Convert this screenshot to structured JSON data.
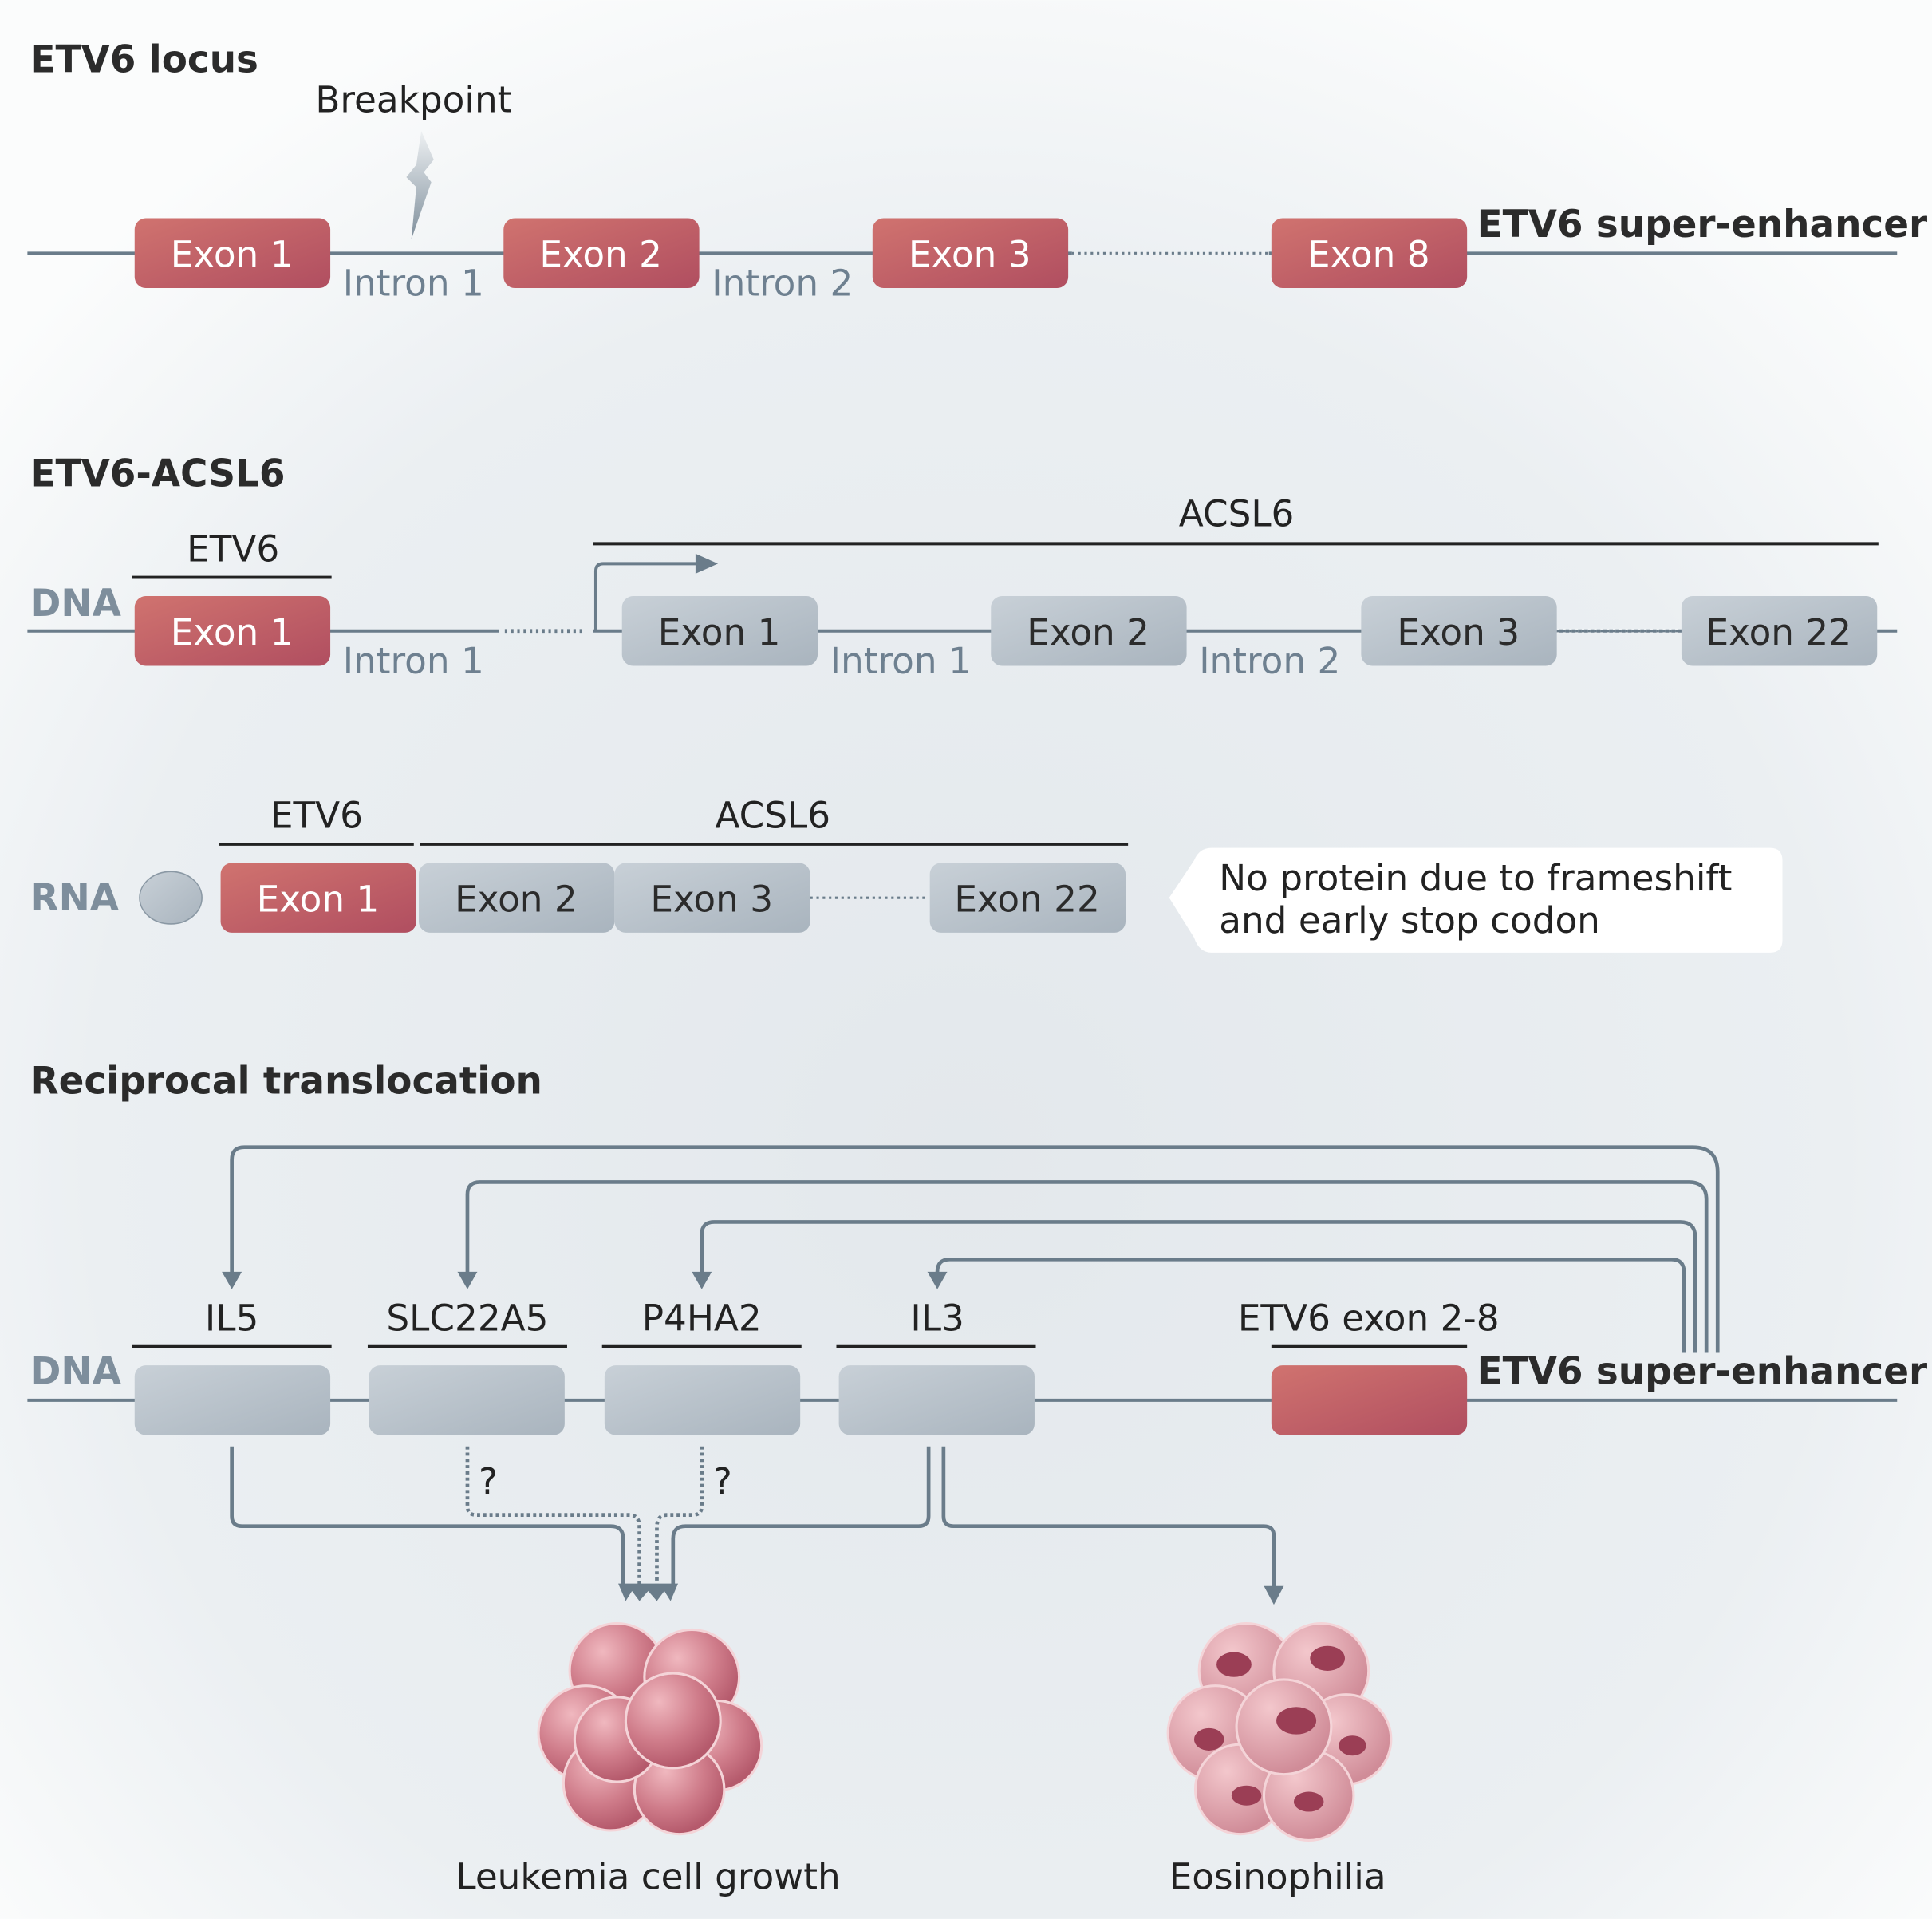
{
  "colors": {
    "exon_red": "#c05a65",
    "exon_grey": "#b6c0c9",
    "line": "#6a7c8a",
    "background": "#e8ecef"
  },
  "locus": {
    "title": "ETV6 locus",
    "breakpoint": "Breakpoint",
    "exons": [
      "Exon 1",
      "Exon 2",
      "Exon 3",
      "Exon 8"
    ],
    "introns": [
      "Intron 1",
      "Intron 2"
    ],
    "enhancer": "ETV6 super-enhancer"
  },
  "fusion": {
    "title": "ETV6-ACSL6",
    "dna_label": "DNA",
    "etv6_label": "ETV6",
    "acsl6_label": "ACSL6",
    "etv6_exon": "Exon 1",
    "etv6_intron": "Intron 1",
    "acsl6_exons": [
      "Exon 1",
      "Exon 2",
      "Exon 3",
      "Exon 22"
    ],
    "acsl6_introns": [
      "Intron 1",
      "Intron 2"
    ]
  },
  "rna": {
    "label": "RNA",
    "etv6_label": "ETV6",
    "acsl6_label": "ACSL6",
    "exons": [
      "Exon 1",
      "Exon 2",
      "Exon 3",
      "Exon 22"
    ],
    "callout": [
      "No protein due to frameshift",
      "and early stop codon"
    ]
  },
  "translocation": {
    "title": "Reciprocal translocation",
    "dna_label": "DNA",
    "genes": [
      "IL5",
      "SLC22A5",
      "P4HA2",
      "IL3"
    ],
    "etv6_label": "ETV6 exon 2-8",
    "enhancer": "ETV6 super-enhancer",
    "unknown_mark": "?",
    "outcomes": [
      "Leukemia cell growth",
      "Eosinophilia"
    ]
  }
}
